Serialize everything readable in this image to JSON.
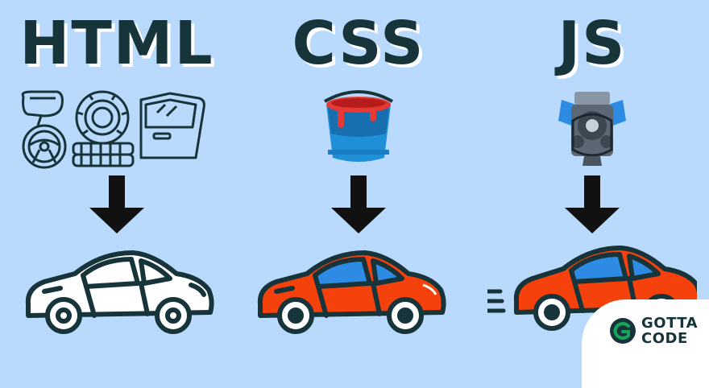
{
  "columns": [
    {
      "heading": "HTML",
      "parts_icons": [
        "side-mirror-icon",
        "steering-wheel-icon",
        "tire-icon",
        "car-door-icon"
      ],
      "car_style": "outline"
    },
    {
      "heading": "CSS",
      "parts_icons": [
        "paint-bucket-icon"
      ],
      "car_style": "painted"
    },
    {
      "heading": "JS",
      "parts_icons": [
        "engine-icon"
      ],
      "car_style": "painted-moving"
    }
  ],
  "badge": {
    "line1": "GOTTA",
    "line2": "CODE"
  },
  "colors": {
    "background": "#b9dafc",
    "text": "#17343a",
    "car_body": "#f5420c",
    "car_window": "#2e8be3",
    "paint_bucket": "#1f8fd8",
    "paint": "#e53935",
    "logo_green": "#19a35a"
  }
}
